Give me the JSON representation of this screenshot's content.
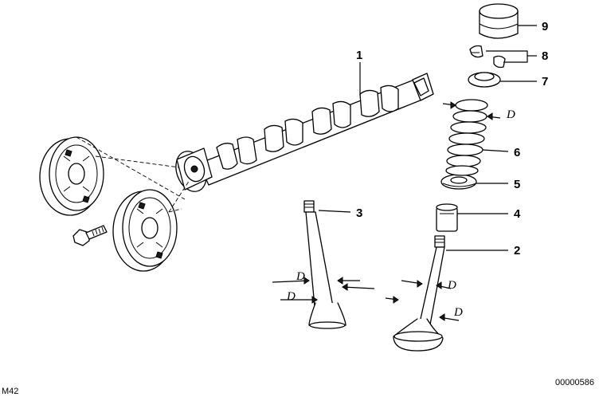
{
  "callouts": {
    "c1": "1",
    "c2": "2",
    "c3": "3",
    "c4": "4",
    "c5": "5",
    "c6": "6",
    "c7": "7",
    "c8": "8",
    "c9": "9"
  },
  "dimension_label": "D",
  "footer": {
    "engine_code": "M42",
    "diagram_number": "00000586"
  }
}
